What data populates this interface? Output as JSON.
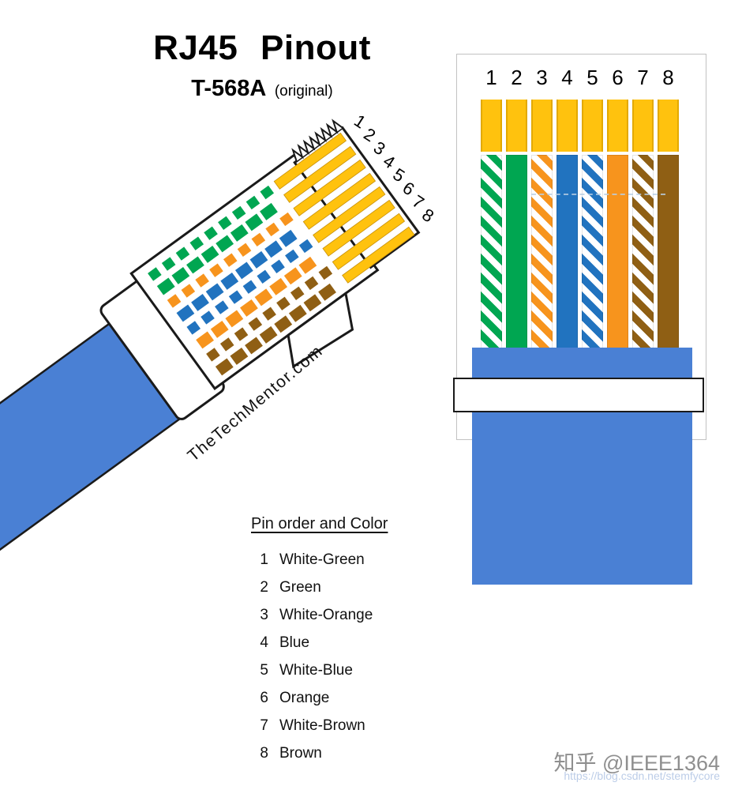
{
  "header": {
    "title": "RJ45 Pinout",
    "standard": "T-568A",
    "standard_note": "(original)"
  },
  "connector": {
    "brand": "TheTechMentor.com",
    "pin_numbers": [
      "1",
      "2",
      "3",
      "4",
      "5",
      "6",
      "7",
      "8"
    ]
  },
  "wire_diagram": {
    "pin_numbers": [
      "1",
      "2",
      "3",
      "4",
      "5",
      "6",
      "7",
      "8"
    ],
    "pin_color": "#FFC20E",
    "cable_color": "#4A80D4",
    "wires": [
      {
        "pin": "1",
        "name": "White-Green",
        "color": "#00A651",
        "striped": true
      },
      {
        "pin": "2",
        "name": "Green",
        "color": "#00A651",
        "striped": false
      },
      {
        "pin": "3",
        "name": "White-Orange",
        "color": "#F7941D",
        "striped": true
      },
      {
        "pin": "4",
        "name": "Blue",
        "color": "#2173BF",
        "striped": false
      },
      {
        "pin": "5",
        "name": "White-Blue",
        "color": "#2173BF",
        "striped": true
      },
      {
        "pin": "6",
        "name": "Orange",
        "color": "#F7941D",
        "striped": false
      },
      {
        "pin": "7",
        "name": "White-Brown",
        "color": "#8F5F14",
        "striped": true
      },
      {
        "pin": "8",
        "name": "Brown",
        "color": "#8F5F14",
        "striped": false
      }
    ]
  },
  "legend": {
    "title": "Pin order and Color",
    "items": [
      {
        "pin": "1",
        "label": "White-Green"
      },
      {
        "pin": "2",
        "label": "Green"
      },
      {
        "pin": "3",
        "label": "White-Orange"
      },
      {
        "pin": "4",
        "label": "Blue"
      },
      {
        "pin": "5",
        "label": "White-Blue"
      },
      {
        "pin": "6",
        "label": "Orange"
      },
      {
        "pin": "7",
        "label": "White-Brown"
      },
      {
        "pin": "8",
        "label": "Brown"
      }
    ]
  },
  "watermark": {
    "zhihu": "知乎 @IEEE1364",
    "csdn": "https://blog.csdn.net/stemfycore"
  }
}
